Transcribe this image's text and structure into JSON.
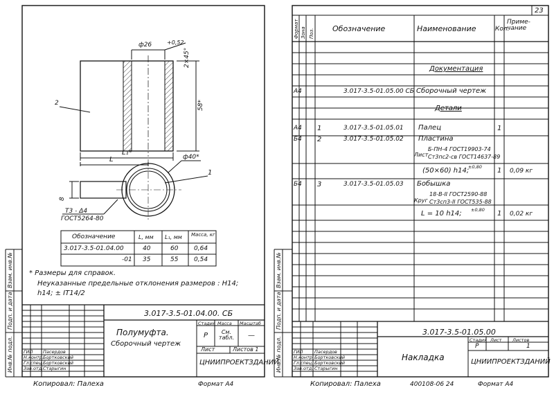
{
  "page_number": "23",
  "left_sheet": {
    "labels": {
      "callout_2": "2",
      "callout_1": "1",
      "dim_d26": "ф26",
      "dim_tol": "+0,52",
      "dim_chamfer": "2×45°",
      "dim_L1": "L₁*",
      "dim_L": "L",
      "dim_d40": "ф40*",
      "dim_8": "8",
      "dim_58": "58*",
      "weld_line1": "Т3 - Δ4",
      "weld_line2": "ГОСТ5264-80"
    },
    "table": {
      "headers": [
        "Обозначение",
        "L, мм",
        "L₁, мм",
        "Масса, кг"
      ],
      "rows": [
        [
          "3.017-3.5-01.04.00",
          "40",
          "60",
          "0,64"
        ],
        [
          "-01",
          "35",
          "55",
          "0,54"
        ]
      ]
    },
    "notes": [
      "* Размеры для справок.",
      "Неуказанные предельные отклонения размеров : H14;",
      "h14; ± IT14/2"
    ],
    "title_block": {
      "doc_code": "3.017-3.5-01.04.00. СБ",
      "name_line1": "Полумуфта.",
      "name_line2": "Сборочный чертеж",
      "stage_header": "Стадия",
      "mass_header": "Масса",
      "scale_header": "Масштаб",
      "stage_value": "Р",
      "mass_value": "См. табл.",
      "scale_value": "—",
      "sheet_label": "Лист",
      "sheets_label": "Листов 1",
      "organization": "ЦНИИПРОЕКТЗДАНИЙ",
      "roles": [
        "ГИП",
        "Н.контр.",
        "Гл.спец.",
        "Зав.отд."
      ],
      "names": [
        "Пасердов",
        "Бортковский",
        "Бортковский",
        "Старыгин"
      ]
    },
    "copied_by": "Копировал: Палеха",
    "format": "Формат А4",
    "side_labels": [
      "Инв.№ подл.",
      "Подп. и дата",
      "Взам. инв.№"
    ]
  },
  "right_sheet": {
    "spec_headers": [
      "Формат",
      "Зона",
      "Поз.",
      "Обозначение",
      "Наименование",
      "Кол.",
      "Приме-чание"
    ],
    "rows": [
      {
        "fmt": "",
        "pos": "",
        "code": "",
        "name": "Документация",
        "qty": "",
        "note": "",
        "heading": true
      },
      {
        "fmt": "А4",
        "pos": "",
        "code": "3.017-3.5-01.05.00 СБ",
        "name": "Сборочный чертеж",
        "qty": "",
        "note": "",
        "heading": false
      },
      {
        "fmt": "",
        "pos": "",
        "code": "",
        "name": "Детали",
        "qty": "",
        "note": "",
        "heading": true
      },
      {
        "fmt": "А4",
        "pos": "1",
        "code": "3.017-3.5-01.05.01",
        "name": "Палец",
        "qty": "1",
        "note": "",
        "heading": false
      },
      {
        "fmt": "Б4",
        "pos": "2",
        "code": "3.017-3.5-01.05.02",
        "name": "Пластина",
        "qty": "",
        "note": "",
        "heading": false
      }
    ],
    "plate_spec": {
      "prefix": "Лист",
      "line1": "Б-ПН-4 ГОСТ19903-74",
      "line2": "Ст3пс2-св ГОСТ14637-89",
      "size": "(50×60) h14;",
      "size_tol": "±0,80",
      "qty": "1",
      "mass": "0,09 кг"
    },
    "boss": {
      "fmt": "Б4",
      "pos": "3",
      "code": "3.017-3.5-01.05.03",
      "name": "Бобышка",
      "prefix": "Круг",
      "line1": "18-В-II ГОСТ2590-88",
      "line2": "Ст3сп3-II ГОСТ535-88",
      "len": "L = 10 h14;",
      "len_tol": "±0,80",
      "qty": "1",
      "mass": "0,02 кг"
    },
    "title_block": {
      "doc_code": "3.017-3.5-01.05.00",
      "name": "Накладка",
      "stage_header": "Стадия",
      "sheet_header": "Лист",
      "sheets_header": "Листов",
      "stage_value": "Р",
      "sheet_value": "1",
      "organization": "ЦНИИПРОЕКТЗДАНИЙ",
      "roles": [
        "ГИП",
        "Н.контр.",
        "Гл.спец.",
        "Зав.отд."
      ],
      "names": [
        "Пасердов",
        "Бортковский",
        "Бортковский",
        "Старыгин"
      ]
    },
    "copied_by": "Копировал: Палеха",
    "footer_code": "400108-06  24",
    "format": "Формат А4",
    "side_labels": [
      "Инв.№ подл.",
      "Подп. и дата",
      "Взам. инв.№"
    ]
  }
}
